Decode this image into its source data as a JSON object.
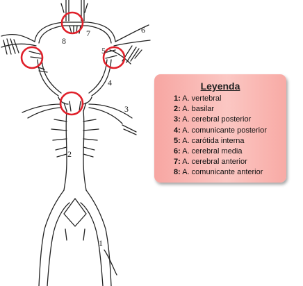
{
  "labels": {
    "l1": "1",
    "l2": "2",
    "l3": "3",
    "l4": "4",
    "l5": "5",
    "l6": "6",
    "l7": "7",
    "l8": "8"
  },
  "legend": {
    "title": "Leyenda",
    "items": [
      {
        "num": "1:",
        "text": "A. vertebral"
      },
      {
        "num": "2:",
        "text": "A. basilar"
      },
      {
        "num": "3:",
        "text": "A. cerebral posterior"
      },
      {
        "num": "4:",
        "text": "A. comunicante posterior"
      },
      {
        "num": "5:",
        "text": "A. carótida interna"
      },
      {
        "num": "6:",
        "text": "A. cerebral media"
      },
      {
        "num": "7:",
        "text": "A. cerebral anterior"
      },
      {
        "num": "8:",
        "text": "A. comunicante anterior"
      }
    ]
  },
  "colors": {
    "line": "#222222",
    "highlight": "#e0202a",
    "legend_bg": "#fbc7c3"
  }
}
